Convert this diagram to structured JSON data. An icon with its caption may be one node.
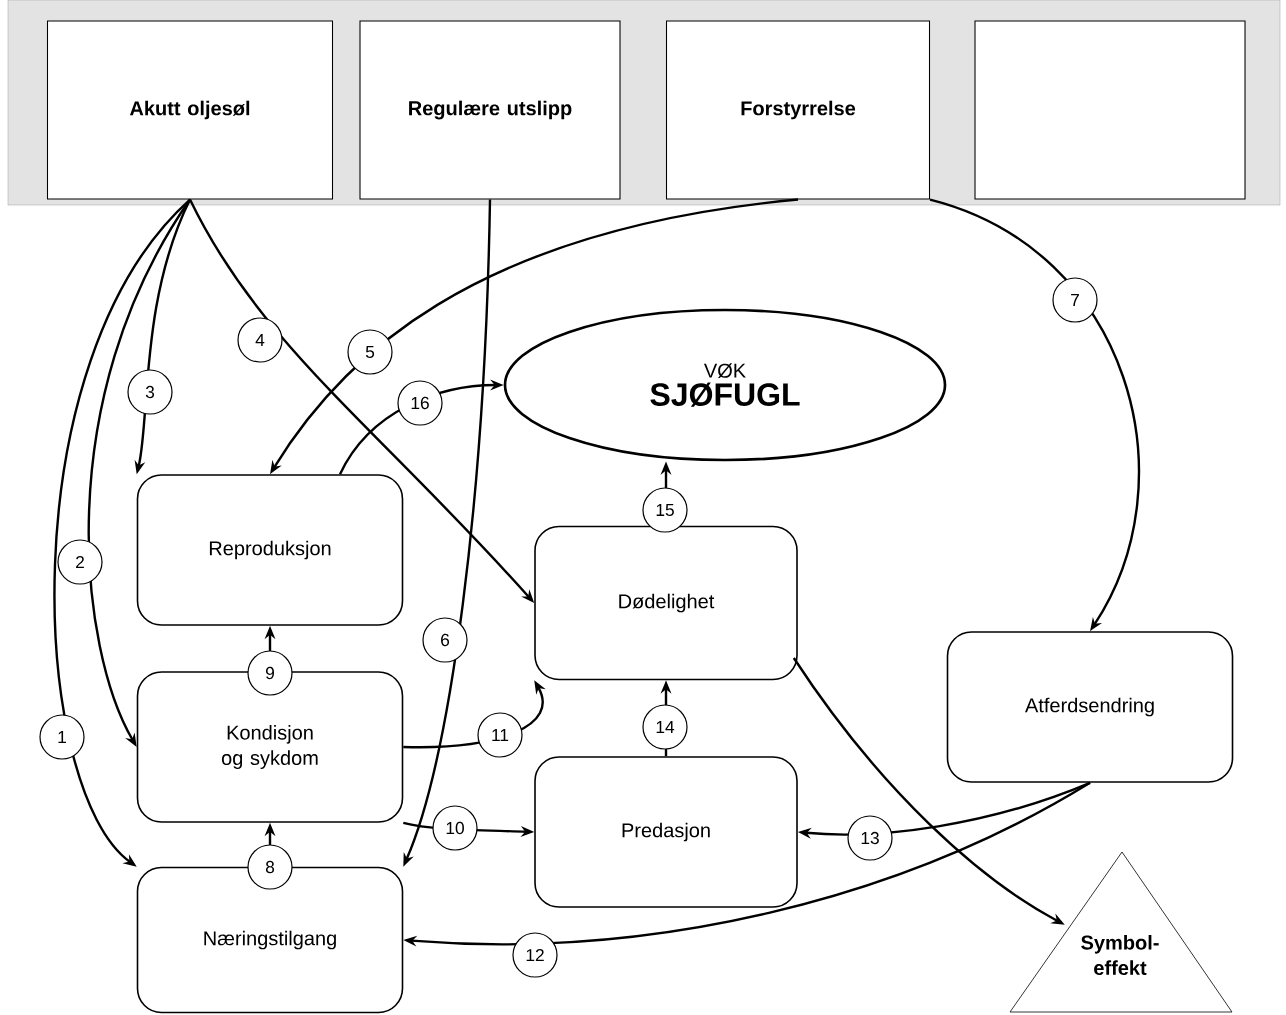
{
  "diagram": {
    "nodes": [
      {
        "text": [
          "Akutt oljesøl"
        ]
      },
      {
        "text": [
          "Regulære utslipp"
        ]
      },
      {
        "text": [
          "Forstyrrelse"
        ]
      },
      {
        "text": [],
        "shape": "box"
      },
      {
        "text": [
          "VØK",
          "SJØFUGL"
        ]
      },
      {
        "text": [
          "Reproduksjon"
        ]
      },
      {
        "text": [
          "Dødelighet"
        ]
      },
      {
        "text": [
          "Kondisjon og sykdom"
        ]
      },
      {
        "text": [
          "Atferdsendring"
        ]
      },
      {
        "text": [
          "Predasjon"
        ]
      },
      {
        "text": [
          "Næringstilgang"
        ]
      },
      {
        "text": [
          "Symbol- effekt"
        ]
      }
    ],
    "edges": [
      {
        "from": 0,
        "to": 10,
        "arrow": "to",
        "label": "1"
      },
      {
        "from": 0,
        "to": 7,
        "arrow": "to",
        "label": "2"
      },
      {
        "from": 0,
        "to": 5,
        "arrow": "to",
        "label": "3"
      },
      {
        "from": 0,
        "to": 6,
        "arrow": "to",
        "label": "4"
      },
      {
        "from": 2,
        "to": 5,
        "arrow": "to",
        "label": "5"
      },
      {
        "from": 1,
        "to": 10,
        "arrow": "to",
        "label": "6"
      },
      {
        "from": 2,
        "to": 8,
        "arrow": "to",
        "label": "7"
      },
      {
        "from": 10,
        "to": 7,
        "arrow": "to",
        "label": "8"
      },
      {
        "from": 7,
        "to": 5,
        "arrow": "to",
        "label": "9"
      },
      {
        "from": 7,
        "to": 9,
        "arrow": "to",
        "label": "10"
      },
      {
        "from": 7,
        "to": 6,
        "arrow": "to",
        "label": "11"
      },
      {
        "from": 8,
        "to": 10,
        "arrow": "to",
        "label": "12"
      },
      {
        "from": 8,
        "to": 9,
        "arrow": "to",
        "label": "13"
      },
      {
        "from": 9,
        "to": 6,
        "arrow": "to",
        "label": "14"
      },
      {
        "from": 6,
        "to": 4,
        "arrow": "to",
        "label": "15"
      },
      {
        "from": 5,
        "to": 4,
        "arrow": "to",
        "label": "16"
      },
      {
        "from": 6,
        "to": 11,
        "arrow": "to"
      }
    ]
  }
}
